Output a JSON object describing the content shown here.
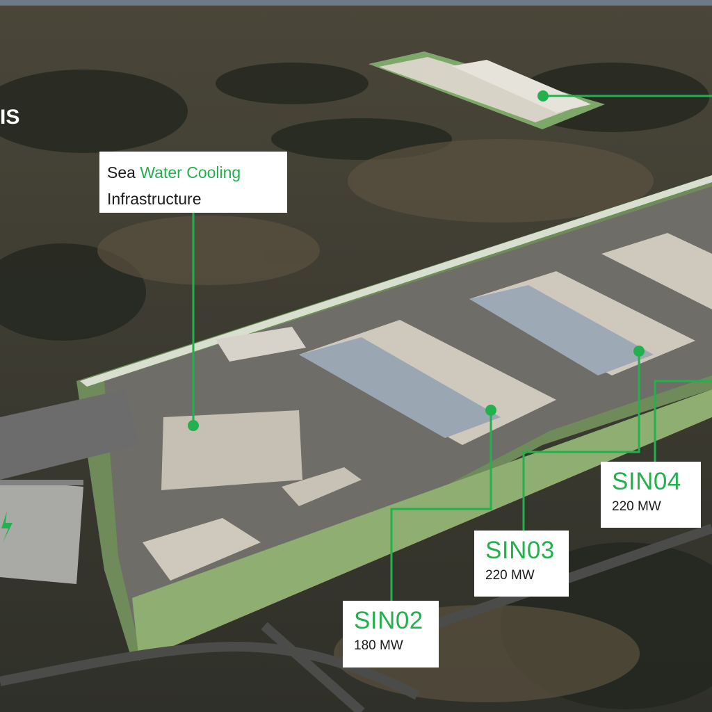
{
  "image": {
    "description_type": "aerial rendering with callout labels",
    "colors": {
      "accent": "#23b14d",
      "label_bg": "#ffffff",
      "label_text": "#1b1b1b"
    }
  },
  "edge_text": "IS",
  "callouts": {
    "sea_water_cooling": {
      "line1_prefix": "Sea",
      "line1_accent": "Water Cooling",
      "line2": "Infrastructure"
    },
    "sin02": {
      "code": "SIN02",
      "capacity": "180 MW"
    },
    "sin03": {
      "code": "SIN03",
      "capacity": "220 MW"
    },
    "sin04": {
      "code": "SIN04",
      "capacity": "220 MW"
    }
  }
}
